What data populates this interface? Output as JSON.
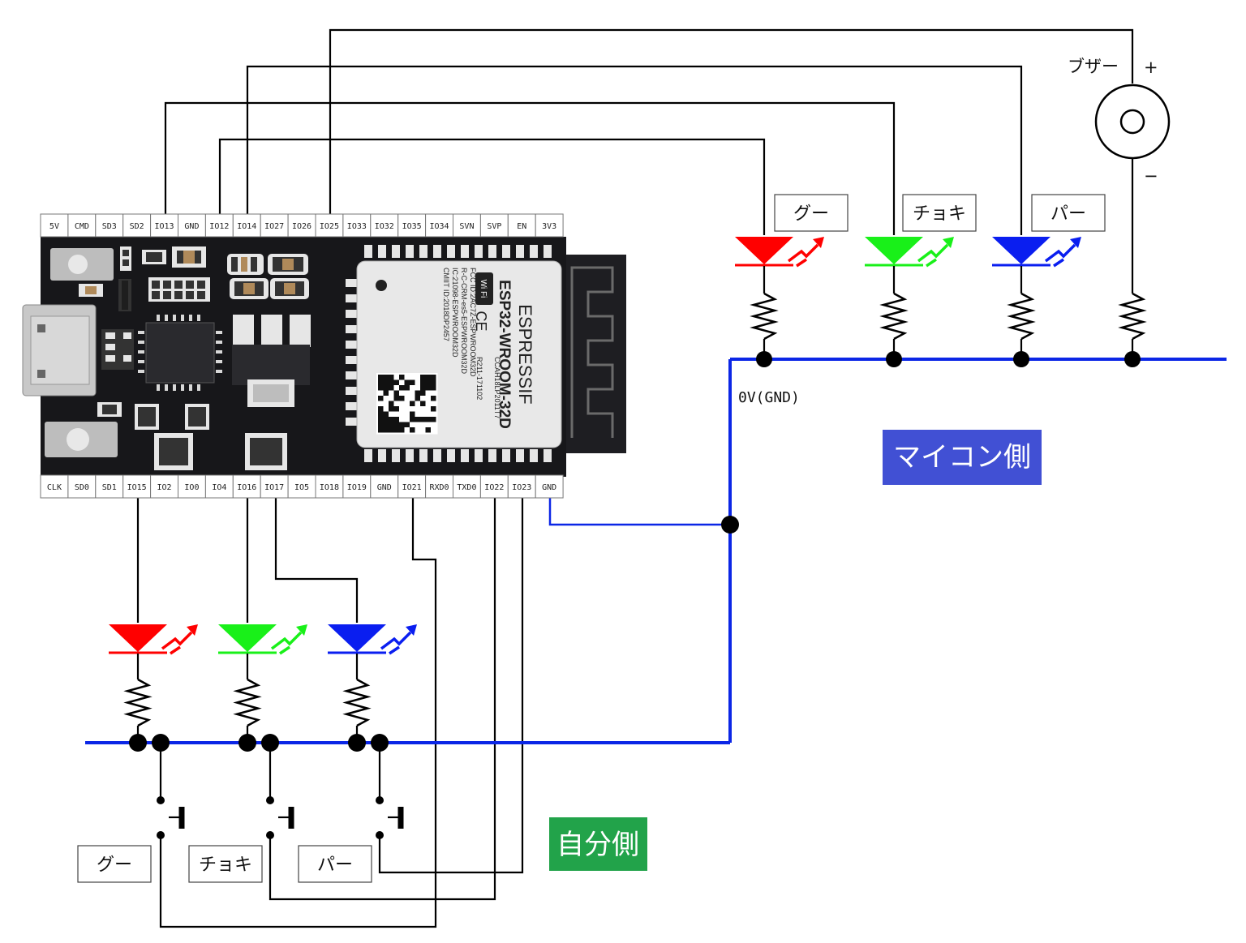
{
  "board": {
    "top_pins": [
      "5V",
      "CMD",
      "SD3",
      "SD2",
      "IO13",
      "GND",
      "IO12",
      "IO14",
      "IO27",
      "IO26",
      "IO25",
      "IO33",
      "IO32",
      "IO35",
      "IO34",
      "SVN",
      "SVP",
      "EN",
      "3V3"
    ],
    "bottom_pins": [
      "CLK",
      "SD0",
      "SD1",
      "IO15",
      "IO2",
      "IO0",
      "IO4",
      "IO16",
      "IO17",
      "IO5",
      "IO18",
      "IO19",
      "GND",
      "IO21",
      "RXD0",
      "TXD0",
      "IO22",
      "IO23",
      "GND"
    ],
    "module": {
      "brand": "ESPRESSIF",
      "model": "ESP32-WROOM-32D",
      "cert_lines": [
        "FCC ID:2AC7Z-ESPWROOM32D",
        "R-C-CRM-es5-ESPWROOM32D",
        "IC:21098-ESPWROOM32D",
        "CMIIT ID:2018DP2457"
      ],
      "cert_right": [
        "CCAH18LP2011T7",
        "R211-171102"
      ],
      "wifi_badge": "Wi Fi",
      "ce_mark": "CE"
    }
  },
  "micon_side": {
    "title": "マイコン側",
    "title_bg": "#4150d4",
    "labels": [
      "グー",
      "チョキ",
      "パー"
    ],
    "gnd_label": "0V(GND)",
    "buzzer_label": "ブザー",
    "buzzer_plus": "+",
    "buzzer_minus": "−"
  },
  "self_side": {
    "title": "自分側",
    "title_bg": "#22a34a",
    "labels": [
      "グー",
      "チョキ",
      "パー"
    ]
  },
  "colors": {
    "led_red": "#ff0000",
    "led_green": "#19f019",
    "led_blue": "#0a1ef0",
    "gnd_wire": "#0b26e6"
  }
}
